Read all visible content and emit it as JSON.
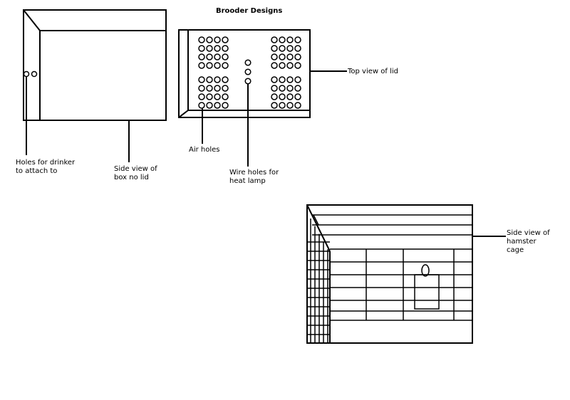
{
  "diagram": {
    "title": "Brooder Designs",
    "labels": {
      "drinker_holes_line1": "Holes for drinker",
      "drinker_holes_line2": "to attach to",
      "box_side_line1": "Side view of",
      "box_side_line2": "box no lid",
      "air_holes": "Air holes",
      "wire_holes_line1": "Wire holes for",
      "wire_holes_line2": "heat lamp",
      "lid_top": "Top view of lid",
      "cage_side_line1": "Side view of",
      "cage_side_line2": "hamster",
      "cage_side_line3": "cage"
    }
  }
}
